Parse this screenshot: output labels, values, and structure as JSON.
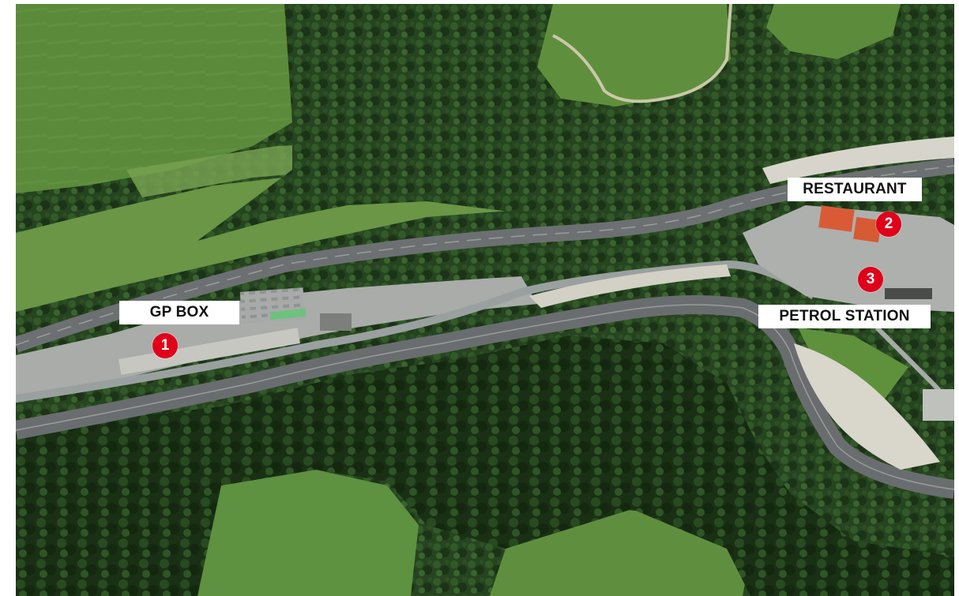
{
  "map": {
    "kind": "satellite-aerial",
    "colors": {
      "forest_dark": "#1e3818",
      "forest": "#2e4d24",
      "meadow": "#5d8a3c",
      "meadow_light": "#6f9a48",
      "track": "#6b6e70",
      "road": "#9ea3a3",
      "runoff": "#d8d6cc",
      "roof": "#d85a35",
      "marker": "#e1001a"
    }
  },
  "locations": [
    {
      "number": "1",
      "label": "GP BOX"
    },
    {
      "number": "2",
      "label": "RESTAURANT"
    },
    {
      "number": "3",
      "label": "PETROL STATION"
    }
  ]
}
